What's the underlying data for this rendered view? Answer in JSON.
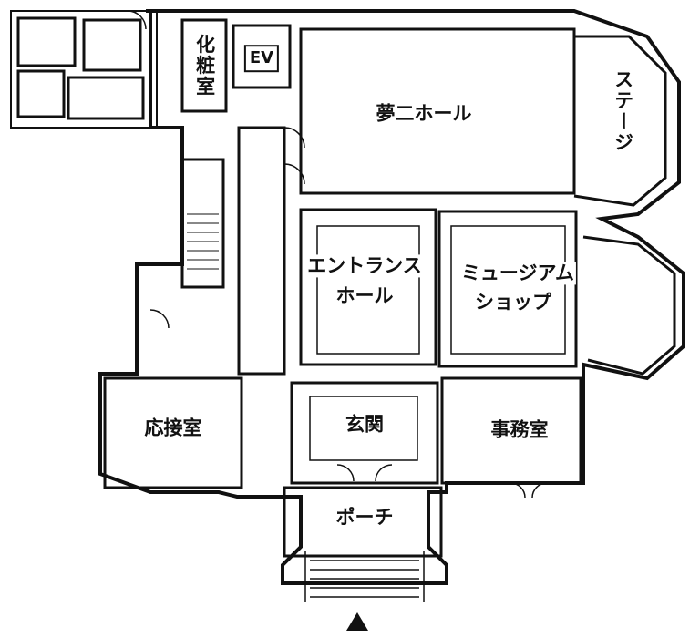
{
  "rooms": {
    "restroom": "化粧室",
    "elevator": "EV",
    "yumeji_hall": "夢二ホール",
    "stage": "ステージ",
    "entrance_hall_1": "エントランス",
    "entrance_hall_2": "ホール",
    "museum_shop_1": "ミュージアム",
    "museum_shop_2": "ショップ",
    "reception_room": "応接室",
    "genkan": "玄関",
    "office": "事務室",
    "porch": "ポーチ"
  },
  "north_marker_icon": "triangle-up"
}
